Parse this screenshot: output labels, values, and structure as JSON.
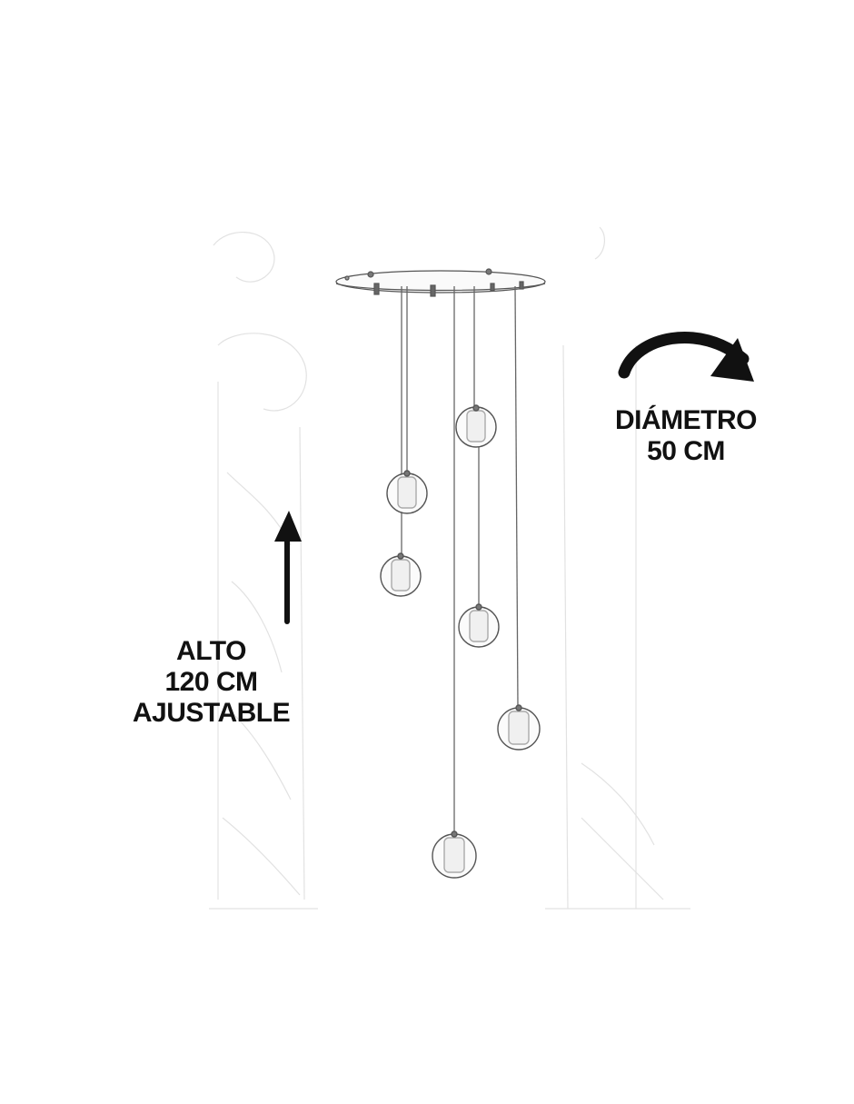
{
  "height_label": {
    "line1": "ALTO",
    "line2": "120 CM",
    "line3": "AJUSTABLE"
  },
  "diameter_label": {
    "line1": "DIÁMETRO",
    "line2": "50 CM"
  },
  "icons": {
    "height_arrow": "arrow-up-icon",
    "diameter_arrow": "curved-arrow-right-icon"
  },
  "colors": {
    "ink": "#111111",
    "sketch": "#cfcfcf",
    "background": "#ffffff"
  }
}
